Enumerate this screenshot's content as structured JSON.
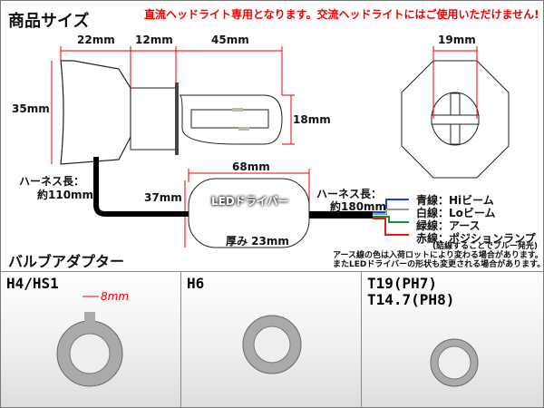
{
  "title": "商品サイズ",
  "notice": "直流ヘッドライト専用となります。交流ヘッドライトにはご使用いただけません!",
  "dimensions": {
    "d22": "22mm",
    "d12": "12mm",
    "d45": "45mm",
    "d35": "35mm",
    "d18": "18mm",
    "d19": "19mm",
    "d68": "68mm",
    "d37": "37mm",
    "thickness": "厚み 23mm"
  },
  "harness1": {
    "label": "ハーネス長：",
    "value": "約110mm"
  },
  "harness2": {
    "label": "ハーネス長：",
    "value": "約180mm"
  },
  "driver_label": "LEDドライバー",
  "wires": [
    {
      "text": "青線：Hiビーム",
      "color": "#1a3cff"
    },
    {
      "text": "白線：Loビーム",
      "color": "#ffffff"
    },
    {
      "text": "緑線：アース",
      "color": "#109030"
    },
    {
      "text": "赤線：ポジションランプ",
      "color": "#ff1010"
    }
  ],
  "wire_note": "(結線することでブルー発光)",
  "notes": [
    "アース線の色は入荷ロットにより変わる場合があります。",
    "またLEDドライバーの形状も変更される場合があります。"
  ],
  "adapter_title": "バルブアダプター",
  "adapters": [
    {
      "name": "H4/HS1",
      "extra": "8mm"
    },
    {
      "name": "H6"
    },
    {
      "name": "T19(PH7)",
      "name2": "T14.7(PH8)"
    }
  ]
}
